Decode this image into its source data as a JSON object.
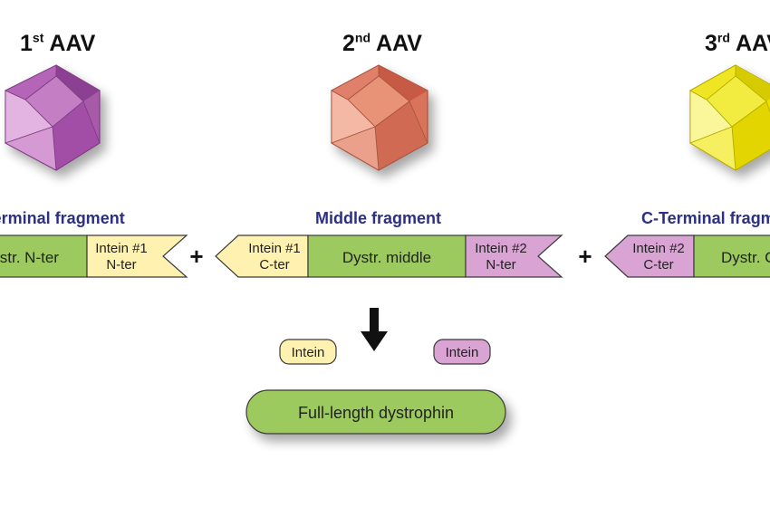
{
  "colors": {
    "aav1": "#a65aa8",
    "aav2": "#d9735a",
    "aav3": "#ece000",
    "dystrophin_green": "#9dca5f",
    "intein1_yellow": "#fff2b0",
    "intein2_purple": "#d9a3d4",
    "fragment_label": "#2b2f86",
    "outline": "#3a3a3a"
  },
  "vectors": [
    {
      "num": "1",
      "suffix": "st",
      "label": "AAV"
    },
    {
      "num": "2",
      "suffix": "nd",
      "label": "AAV"
    },
    {
      "num": "3",
      "suffix": "rd",
      "label": "AAV"
    }
  ],
  "fragments": {
    "n_terminal": {
      "label": "N-Terminal fragment",
      "dystr": "Dystr. N-ter",
      "intein_line1": "Intein #1",
      "intein_line2": "N-ter"
    },
    "middle": {
      "label": "Middle fragment",
      "left_line1": "Intein #1",
      "left_line2": "C-ter",
      "dystr": "Dystr. middle",
      "right_line1": "Intein #2",
      "right_line2": "N-ter"
    },
    "c_terminal": {
      "label": "C-Terminal fragment",
      "intein_line1": "Intein #2",
      "intein_line2": "C-ter",
      "dystr": "Dystr. C-ter"
    }
  },
  "operators": {
    "plus": "+"
  },
  "products": {
    "intein_1": "Intein",
    "intein_2": "Intein",
    "full_length": "Full-length dystrophin"
  }
}
